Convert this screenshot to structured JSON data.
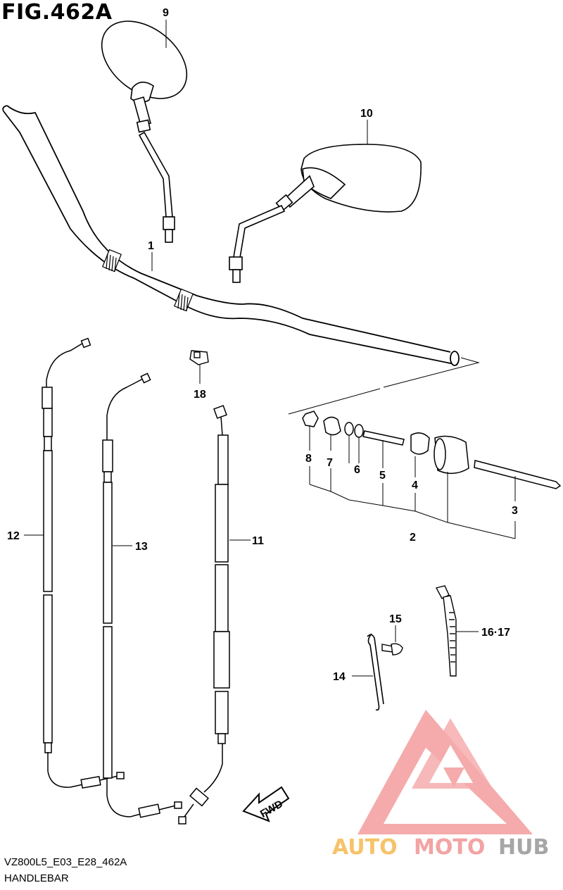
{
  "figure": {
    "title": "FIG.462A",
    "model_code": "VZ800L5_E03_E28_462A",
    "section_name": "HANDLEBAR"
  },
  "callouts": {
    "c1": "1",
    "c2": "2",
    "c3": "3",
    "c4": "4",
    "c5": "5",
    "c6": "6",
    "c7": "7",
    "c8": "8",
    "c9": "9",
    "c10": "10",
    "c11": "11",
    "c12": "12",
    "c13": "13",
    "c14": "14",
    "c15": "15",
    "c16_17": "16·17",
    "c18": "18"
  },
  "fwd_label": "FWD",
  "watermark": {
    "auto": "AUTO",
    "moto": "MOTO",
    "hub": "HUB",
    "colors": {
      "auto": "#f6c36a",
      "moto": "#f3a3a3",
      "hub": "#a6a6a6",
      "logo": "#f29a9a"
    }
  }
}
